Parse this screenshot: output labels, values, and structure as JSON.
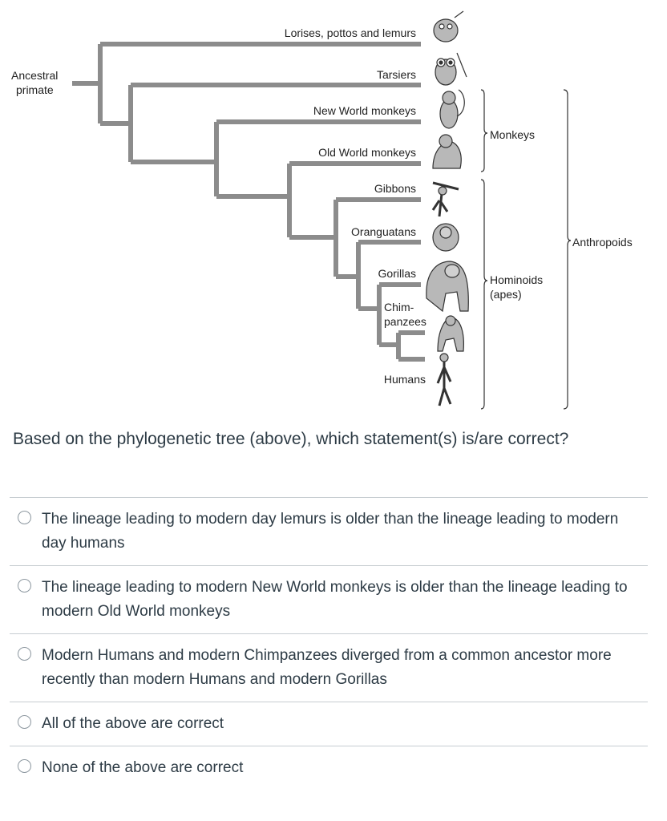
{
  "tree": {
    "root_label_line1": "Ancestral",
    "root_label_line2": "primate",
    "taxa": {
      "lorises": "Lorises, pottos and lemurs",
      "tarsiers": "Tarsiers",
      "nw_monkeys": "New World monkeys",
      "ow_monkeys": "Old World monkeys",
      "gibbons": "Gibbons",
      "orangutans": "Oranguatans",
      "gorillas": "Gorillas",
      "chimps_line1": "Chim-",
      "chimps_line2": "panzees",
      "humans": "Humans"
    },
    "groups": {
      "monkeys": "Monkeys",
      "hominoids_line1": "Hominoids",
      "hominoids_line2": "(apes)",
      "anthropoids": "Anthropoids"
    },
    "colors": {
      "branch": "#8c8c8c",
      "bracket": "#333333"
    }
  },
  "question": {
    "text": "Based on the phylogenetic tree (above), which statement(s) is/are correct?"
  },
  "answers": [
    {
      "text": "The lineage leading to modern day lemurs is older than the lineage leading to modern day humans"
    },
    {
      "text": "The lineage leading to modern New World monkeys is older than the lineage leading to modern Old World monkeys"
    },
    {
      "text": "Modern Humans and modern Chimpanzees diverged from a common ancestor more recently than modern Humans and modern Gorillas"
    },
    {
      "text": "All of the above are correct"
    },
    {
      "text": "None of the above are correct"
    }
  ]
}
